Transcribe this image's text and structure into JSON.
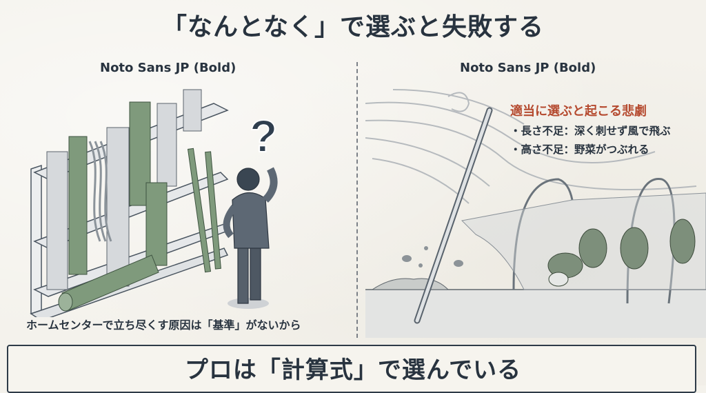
{
  "header": {
    "title": "「なんとなく」で選ぶと失敗する"
  },
  "left_panel": {
    "font_label": "Noto Sans JP (Bold)",
    "illustration": "store-shelf-confused-man",
    "caption": "ホームセンターで立ち尽くす原因は「基準」がないから"
  },
  "right_panel": {
    "font_label": "Noto Sans JP (Bold)",
    "illustration": "stake-blown-by-wind-tunnel-collapse",
    "tragedy": {
      "title": "適当に選ぶと起こる悲劇",
      "items": [
        "・長さ不足：深く刺せず風で飛ぶ",
        "・高さ不足：野菜がつぶれる"
      ]
    }
  },
  "footer": {
    "banner": "プロは「計算式」で選んでいる"
  },
  "colors": {
    "text_dark": "#28333f",
    "accent_red": "#b54a2f",
    "background": "#f4f2ec",
    "pole_green": "#6f8a6c",
    "pole_gray": "#c9ccd0"
  }
}
